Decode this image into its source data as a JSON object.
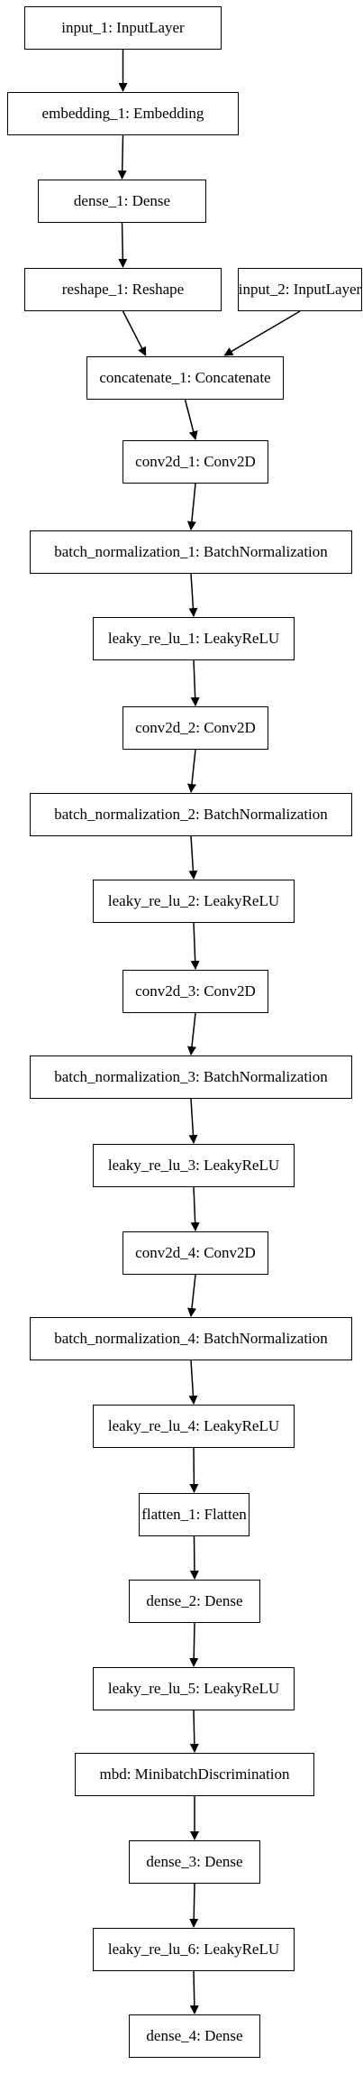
{
  "diagram": {
    "nodes": [
      {
        "id": "input_1",
        "label": "input_1: InputLayer"
      },
      {
        "id": "embedding_1",
        "label": "embedding_1: Embedding"
      },
      {
        "id": "dense_1",
        "label": "dense_1: Dense"
      },
      {
        "id": "reshape_1",
        "label": "reshape_1: Reshape"
      },
      {
        "id": "input_2",
        "label": "input_2: InputLayer"
      },
      {
        "id": "concatenate_1",
        "label": "concatenate_1: Concatenate"
      },
      {
        "id": "conv2d_1",
        "label": "conv2d_1: Conv2D"
      },
      {
        "id": "batch_normalization_1",
        "label": "batch_normalization_1: BatchNormalization"
      },
      {
        "id": "leaky_re_lu_1",
        "label": "leaky_re_lu_1: LeakyReLU"
      },
      {
        "id": "conv2d_2",
        "label": "conv2d_2: Conv2D"
      },
      {
        "id": "batch_normalization_2",
        "label": "batch_normalization_2: BatchNormalization"
      },
      {
        "id": "leaky_re_lu_2",
        "label": "leaky_re_lu_2: LeakyReLU"
      },
      {
        "id": "conv2d_3",
        "label": "conv2d_3: Conv2D"
      },
      {
        "id": "batch_normalization_3",
        "label": "batch_normalization_3: BatchNormalization"
      },
      {
        "id": "leaky_re_lu_3",
        "label": "leaky_re_lu_3: LeakyReLU"
      },
      {
        "id": "conv2d_4",
        "label": "conv2d_4: Conv2D"
      },
      {
        "id": "batch_normalization_4",
        "label": "batch_normalization_4: BatchNormalization"
      },
      {
        "id": "leaky_re_lu_4",
        "label": "leaky_re_lu_4: LeakyReLU"
      },
      {
        "id": "flatten_1",
        "label": "flatten_1: Flatten"
      },
      {
        "id": "dense_2",
        "label": "dense_2: Dense"
      },
      {
        "id": "leaky_re_lu_5",
        "label": "leaky_re_lu_5: LeakyReLU"
      },
      {
        "id": "mbd",
        "label": "mbd: MinibatchDiscrimination"
      },
      {
        "id": "dense_3",
        "label": "dense_3: Dense"
      },
      {
        "id": "leaky_re_lu_6",
        "label": "leaky_re_lu_6: LeakyReLU"
      },
      {
        "id": "dense_4",
        "label": "dense_4: Dense"
      }
    ],
    "edges": [
      [
        "input_1",
        "embedding_1"
      ],
      [
        "embedding_1",
        "dense_1"
      ],
      [
        "dense_1",
        "reshape_1"
      ],
      [
        "reshape_1",
        "concatenate_1"
      ],
      [
        "input_2",
        "concatenate_1"
      ],
      [
        "concatenate_1",
        "conv2d_1"
      ],
      [
        "conv2d_1",
        "batch_normalization_1"
      ],
      [
        "batch_normalization_1",
        "leaky_re_lu_1"
      ],
      [
        "leaky_re_lu_1",
        "conv2d_2"
      ],
      [
        "conv2d_2",
        "batch_normalization_2"
      ],
      [
        "batch_normalization_2",
        "leaky_re_lu_2"
      ],
      [
        "leaky_re_lu_2",
        "conv2d_3"
      ],
      [
        "conv2d_3",
        "batch_normalization_3"
      ],
      [
        "batch_normalization_3",
        "leaky_re_lu_3"
      ],
      [
        "leaky_re_lu_3",
        "conv2d_4"
      ],
      [
        "conv2d_4",
        "batch_normalization_4"
      ],
      [
        "batch_normalization_4",
        "leaky_re_lu_4"
      ],
      [
        "leaky_re_lu_4",
        "flatten_1"
      ],
      [
        "flatten_1",
        "dense_2"
      ],
      [
        "dense_2",
        "leaky_re_lu_5"
      ],
      [
        "leaky_re_lu_5",
        "mbd"
      ],
      [
        "mbd",
        "dense_3"
      ],
      [
        "dense_3",
        "leaky_re_lu_6"
      ],
      [
        "leaky_re_lu_6",
        "dense_4"
      ]
    ]
  }
}
